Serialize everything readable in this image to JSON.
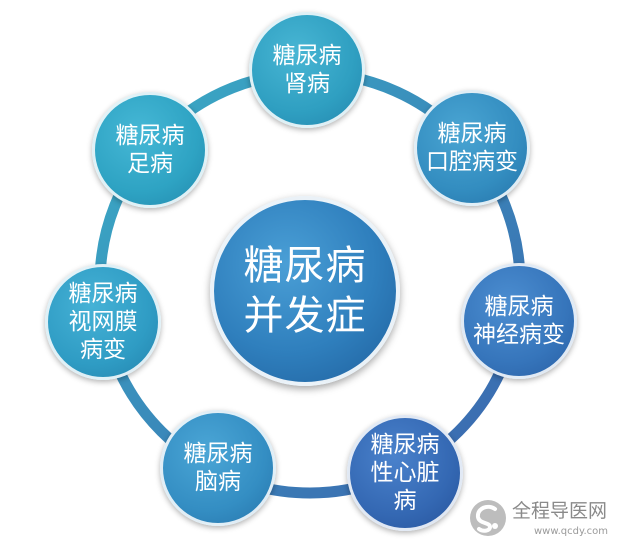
{
  "diagram": {
    "center": {
      "lines": [
        "糖尿病",
        "并发症"
      ]
    },
    "nodes": [
      {
        "lines": [
          "糖尿病",
          "肾病"
        ]
      },
      {
        "lines": [
          "糖尿病",
          "口腔病变"
        ]
      },
      {
        "lines": [
          "糖尿病",
          "神经病变"
        ]
      },
      {
        "lines": [
          "糖尿病",
          "性心脏",
          "病"
        ]
      },
      {
        "lines": [
          "糖尿病",
          "脑病"
        ]
      },
      {
        "lines": [
          "糖尿病",
          "视网膜",
          "病变"
        ]
      },
      {
        "lines": [
          "糖尿病",
          "足病"
        ]
      }
    ]
  },
  "watermark": {
    "name": "全程导医网",
    "url": "www.qcdy.com",
    "logo_icon": "swirl-logo-icon"
  },
  "colors": {
    "ring_start": "#3aaec6",
    "ring_end": "#3b64ae",
    "text": "#ffffff"
  }
}
